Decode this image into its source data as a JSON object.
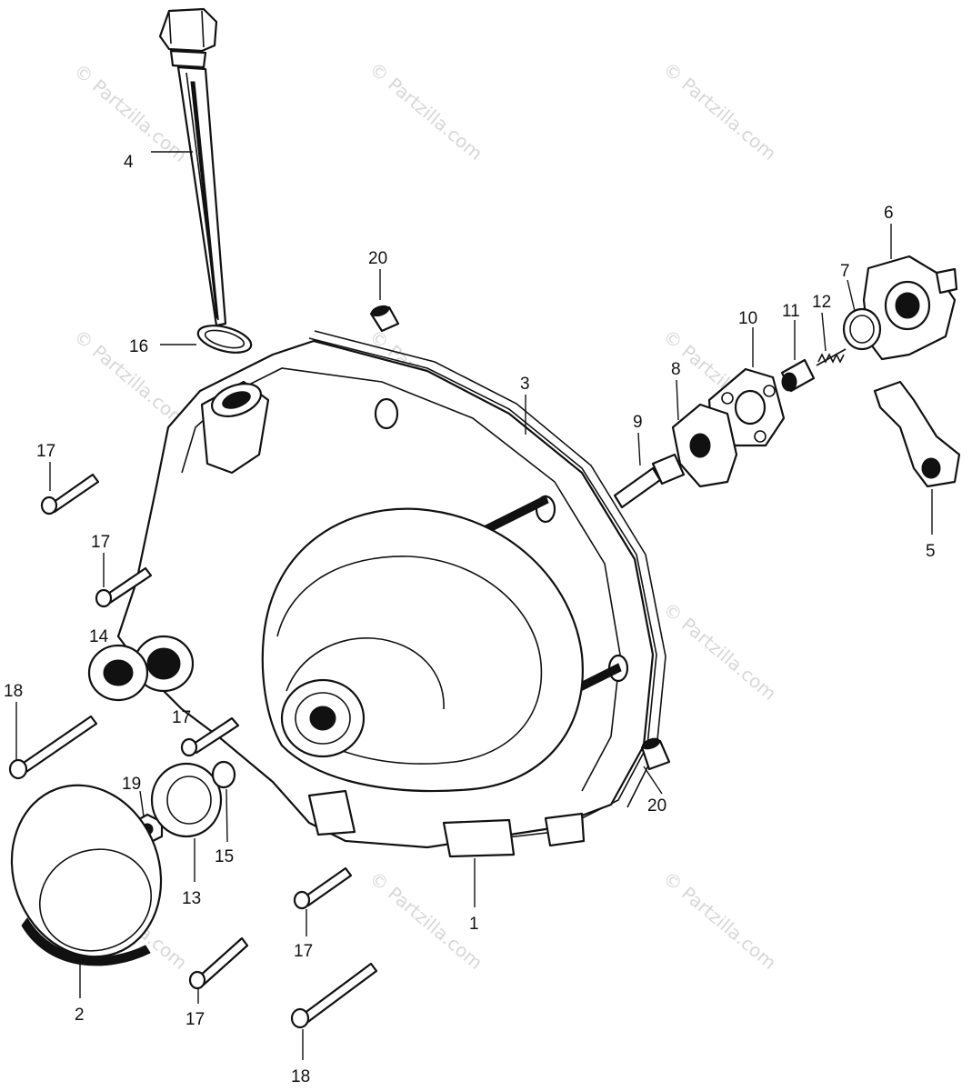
{
  "watermark": "© Partzilla.com",
  "callouts": [
    {
      "id": "c4",
      "label": "4"
    },
    {
      "id": "c20a",
      "label": "20"
    },
    {
      "id": "c16",
      "label": "16"
    },
    {
      "id": "c6",
      "label": "6"
    },
    {
      "id": "c7",
      "label": "7"
    },
    {
      "id": "c10",
      "label": "10"
    },
    {
      "id": "c11",
      "label": "11"
    },
    {
      "id": "c12",
      "label": "12"
    },
    {
      "id": "c3",
      "label": "3"
    },
    {
      "id": "c8",
      "label": "8"
    },
    {
      "id": "c9",
      "label": "9"
    },
    {
      "id": "c17a",
      "label": "17"
    },
    {
      "id": "c5",
      "label": "5"
    },
    {
      "id": "c17b",
      "label": "17"
    },
    {
      "id": "c14",
      "label": "14"
    },
    {
      "id": "c18a",
      "label": "18"
    },
    {
      "id": "c17c",
      "label": "17"
    },
    {
      "id": "c19",
      "label": "19"
    },
    {
      "id": "c15",
      "label": "15"
    },
    {
      "id": "c20b",
      "label": "20"
    },
    {
      "id": "c13",
      "label": "13"
    },
    {
      "id": "c1",
      "label": "1"
    },
    {
      "id": "c17d",
      "label": "17"
    },
    {
      "id": "c2",
      "label": "2"
    },
    {
      "id": "c17e",
      "label": "17"
    },
    {
      "id": "c18b",
      "label": "18"
    }
  ]
}
